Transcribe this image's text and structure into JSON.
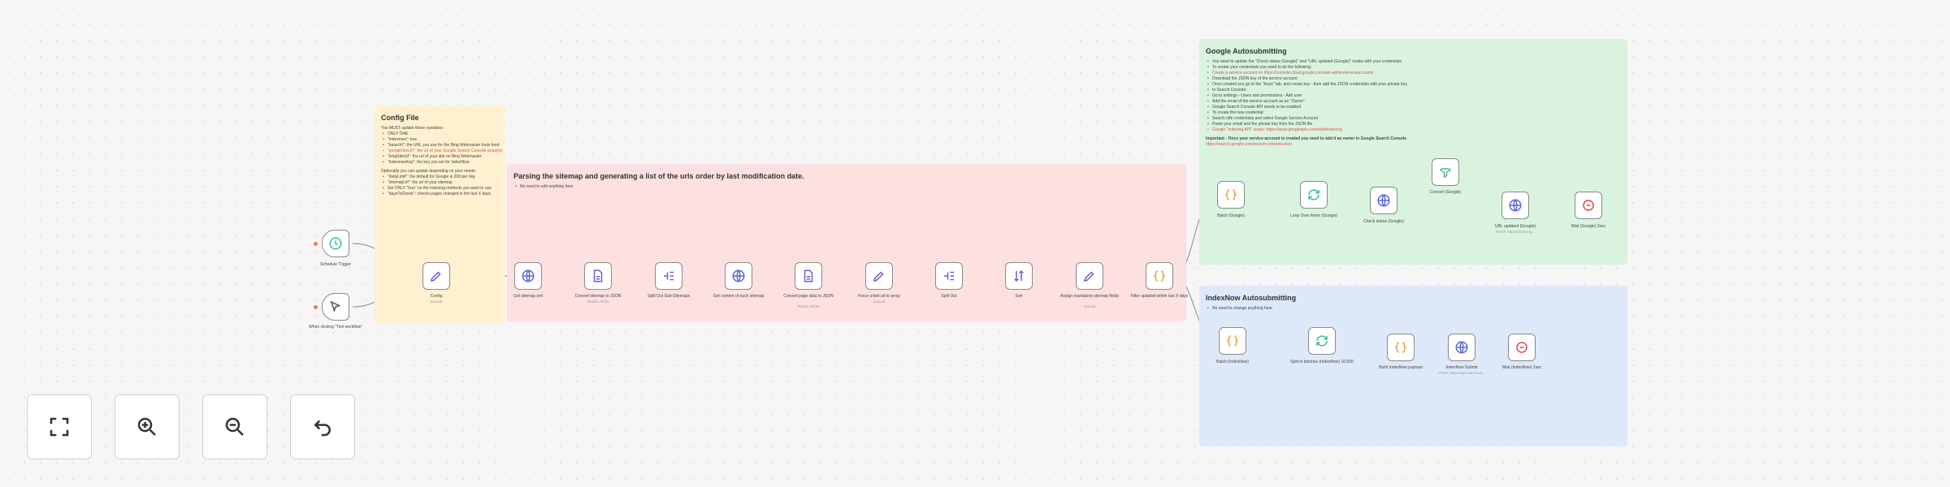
{
  "notes": {
    "config": {
      "title": "Config File",
      "lines": [
        "You MUST update these variables:",
        "ONLY ONE",
        "\"indexnow\": true",
        "\"baseUrl\": the URL you use for the Bing Webmaster tools feed",
        "\"googleSiteUrl\": the url of your Google Search Console property",
        "\"bingSiteUrl\": the url of your site on Bing Webmaster",
        "\"indexnowKey\": the key you set for IndexNow",
        "Optionally you can update depending on your needs:",
        "\"dailyLimit\": the default for Google is 200 per day",
        "\"sitemapUrl\": the url of your sitemap",
        "Set ONLY \"true\" on the indexing methods you want to use",
        "\"daysToCheck\": checks pages changed in the last X days"
      ]
    },
    "parse": {
      "title": "Parsing the sitemap and generating a list of the urls order by last modification date.",
      "lines": [
        "No need to edit anything here"
      ]
    },
    "google": {
      "title": "Google Autosubmitting",
      "lines": [
        "You need to update the \"Check status (Google)\" and \"URL updated (Google)\" nodes with your credentials",
        "To create your credentials you need to do the following:",
        "Create a service account on https://console.cloud.google.com/iam-admin/serviceaccounts",
        "Download the JSON key of the service account",
        "Once created you go to the \"Keys\" tab, and create key - then add the JSON credentials with your private key",
        "In Search Console:",
        "Go to settings - Users and permissions - Add user",
        "Add the email of the service account as an \"Owner\"",
        "Google Search Console API needs to be enabled",
        "To create the new credential:",
        "Search n8n credentials and select Google Service Account",
        "Paste your email and the private key from the JSON file",
        "Google \"Indexing API\" scope: https://www.googleapis.com/auth/indexing",
        "Important - Once your service account is created you need to add it as owner in Google Search Console",
        "https://search.google.com/search-console/users"
      ]
    },
    "indexnow": {
      "title": "IndexNow Autosubmitting",
      "lines": [
        "No need to change anything here"
      ]
    }
  },
  "nodes": {
    "schedule": {
      "label": "Schedule Trigger",
      "sub": ""
    },
    "manual": {
      "label": "When clicking \"Test workflow\"",
      "sub": ""
    },
    "config": {
      "label": "Config",
      "sub": "manual"
    },
    "get_sitemap": {
      "label": "Get sitemap.xml",
      "sub": ""
    },
    "convert": {
      "label": "Convert sitemap to JSON",
      "sub": "Reads JSON"
    },
    "split_sitemaps": {
      "label": "Split Out Sub-Sitemaps",
      "sub": ""
    },
    "get_content": {
      "label": "Get content of each sitemap",
      "sub": ""
    },
    "convert_page": {
      "label": "Convert page data to JSON",
      "sub": "Reads JSON"
    },
    "force_array": {
      "label": "Force urlset.url to array",
      "sub": "manual"
    },
    "split_urls": {
      "label": "Split Out",
      "sub": ""
    },
    "sort": {
      "label": "Sort",
      "sub": ""
    },
    "assign": {
      "label": "Assign mandatory sitemap fields",
      "sub": "manual"
    },
    "filter_updated": {
      "label": "Filter updated within last X days",
      "sub": ""
    },
    "g_batch": {
      "label": "Batch (Google)",
      "sub": ""
    },
    "g_loop": {
      "label": "Loop Over Items (Google)",
      "sub": ""
    },
    "g_check": {
      "label": "Check status (Google)",
      "sub": ""
    },
    "g_convert": {
      "label": "Convert (Google)",
      "sub": ""
    },
    "g_updated": {
      "label": "URL updated (Google)",
      "sub": "POST: https://indexing..."
    },
    "g_wait": {
      "label": "Wait (Google) 2sec",
      "sub": ""
    },
    "i_batch": {
      "label": "Batch (IndexNow)",
      "sub": ""
    },
    "i_loop": {
      "label": "Split in batches (IndexNow) 10,000",
      "sub": ""
    },
    "i_build": {
      "label": "Build IndexNow payload",
      "sub": ""
    },
    "i_submit": {
      "label": "IndexNow Submit",
      "sub": "POST: https://api.indexnow..."
    },
    "i_wait": {
      "label": "Wait (IndexNow) 2sec",
      "sub": ""
    }
  },
  "controls": {
    "fit_view": "fit-view-icon",
    "zoom_in": "zoom-in-icon",
    "zoom_out": "zoom-out-icon",
    "reset": "reset-zoom-icon"
  },
  "colors": {
    "note_yellow": "#fff1cf",
    "note_red": "#fde0e0",
    "note_green": "#d9f3df",
    "note_blue": "#dde9f8",
    "accent": "#ff6d5a",
    "node_border": "#8a8a8a",
    "connection": "#9a9a9a"
  }
}
